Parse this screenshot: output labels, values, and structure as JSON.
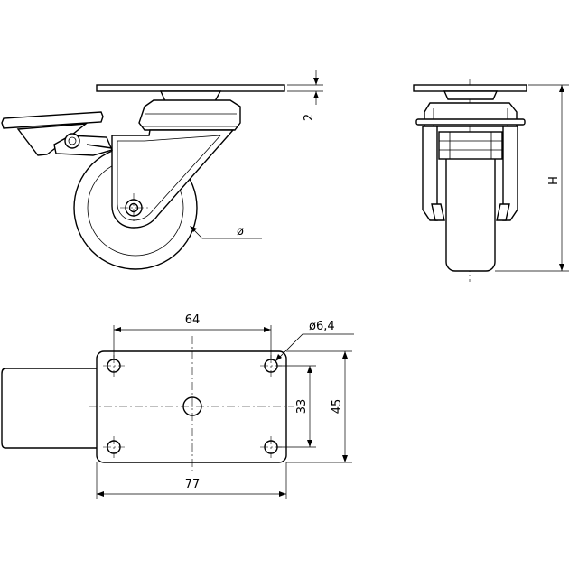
{
  "dimensions": {
    "plate_thickness": "2",
    "height": "H",
    "wheel_diameter": "ø",
    "hole_diameter": "ø6,4",
    "hole_spacing_x": "64",
    "hole_spacing_y": "33",
    "plate_width": "45",
    "plate_length": "77"
  }
}
